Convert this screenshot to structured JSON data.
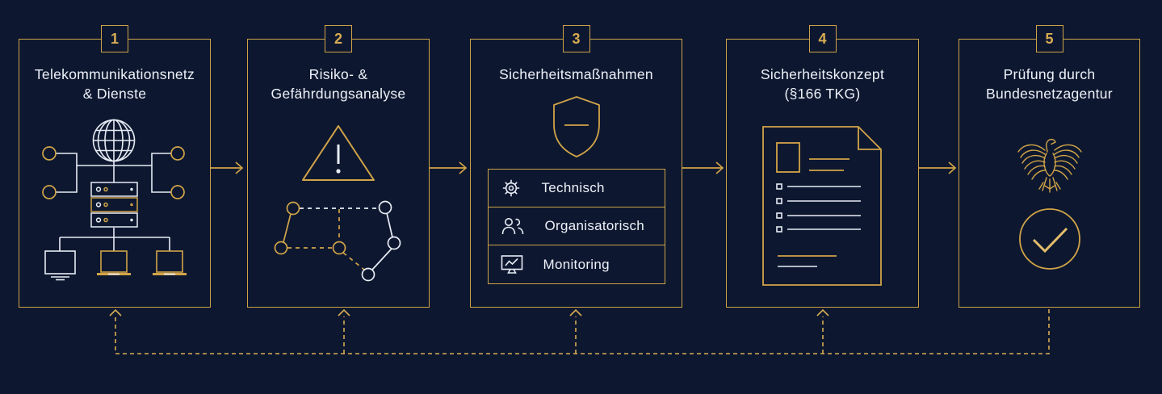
{
  "theme": {
    "background": "#0d1830",
    "gold": "#d2a448",
    "gold_light": "#e3bd6a",
    "white": "#e8ecf5"
  },
  "steps": [
    {
      "number": "1",
      "title": "Telekommunikationsnetz\n& Dienste",
      "icon": "telecom-network-icon"
    },
    {
      "number": "2",
      "title": "Risiko- &\nGefährdungsanalyse",
      "icon": "risk-warning-graph-icon"
    },
    {
      "number": "3",
      "title": "Sicherheitsmaßnahmen",
      "icon": "shield-icon",
      "items": [
        {
          "label": "Technisch",
          "icon": "gear-icon"
        },
        {
          "label": "Organisatorisch",
          "icon": "people-icon"
        },
        {
          "label": "Monitoring",
          "icon": "monitor-chart-icon"
        }
      ]
    },
    {
      "number": "4",
      "title": "Sicherheitskonzept\n(§166 TKG)",
      "icon": "document-icon"
    },
    {
      "number": "5",
      "title": "Prüfung durch\nBundesnetzagentur",
      "icon": "federal-eagle-icon, check-circle-icon"
    }
  ],
  "flow": {
    "forward_arrow_count": 4,
    "feedback_loop": "dashed arrows from step 5 back into steps 1-4"
  }
}
